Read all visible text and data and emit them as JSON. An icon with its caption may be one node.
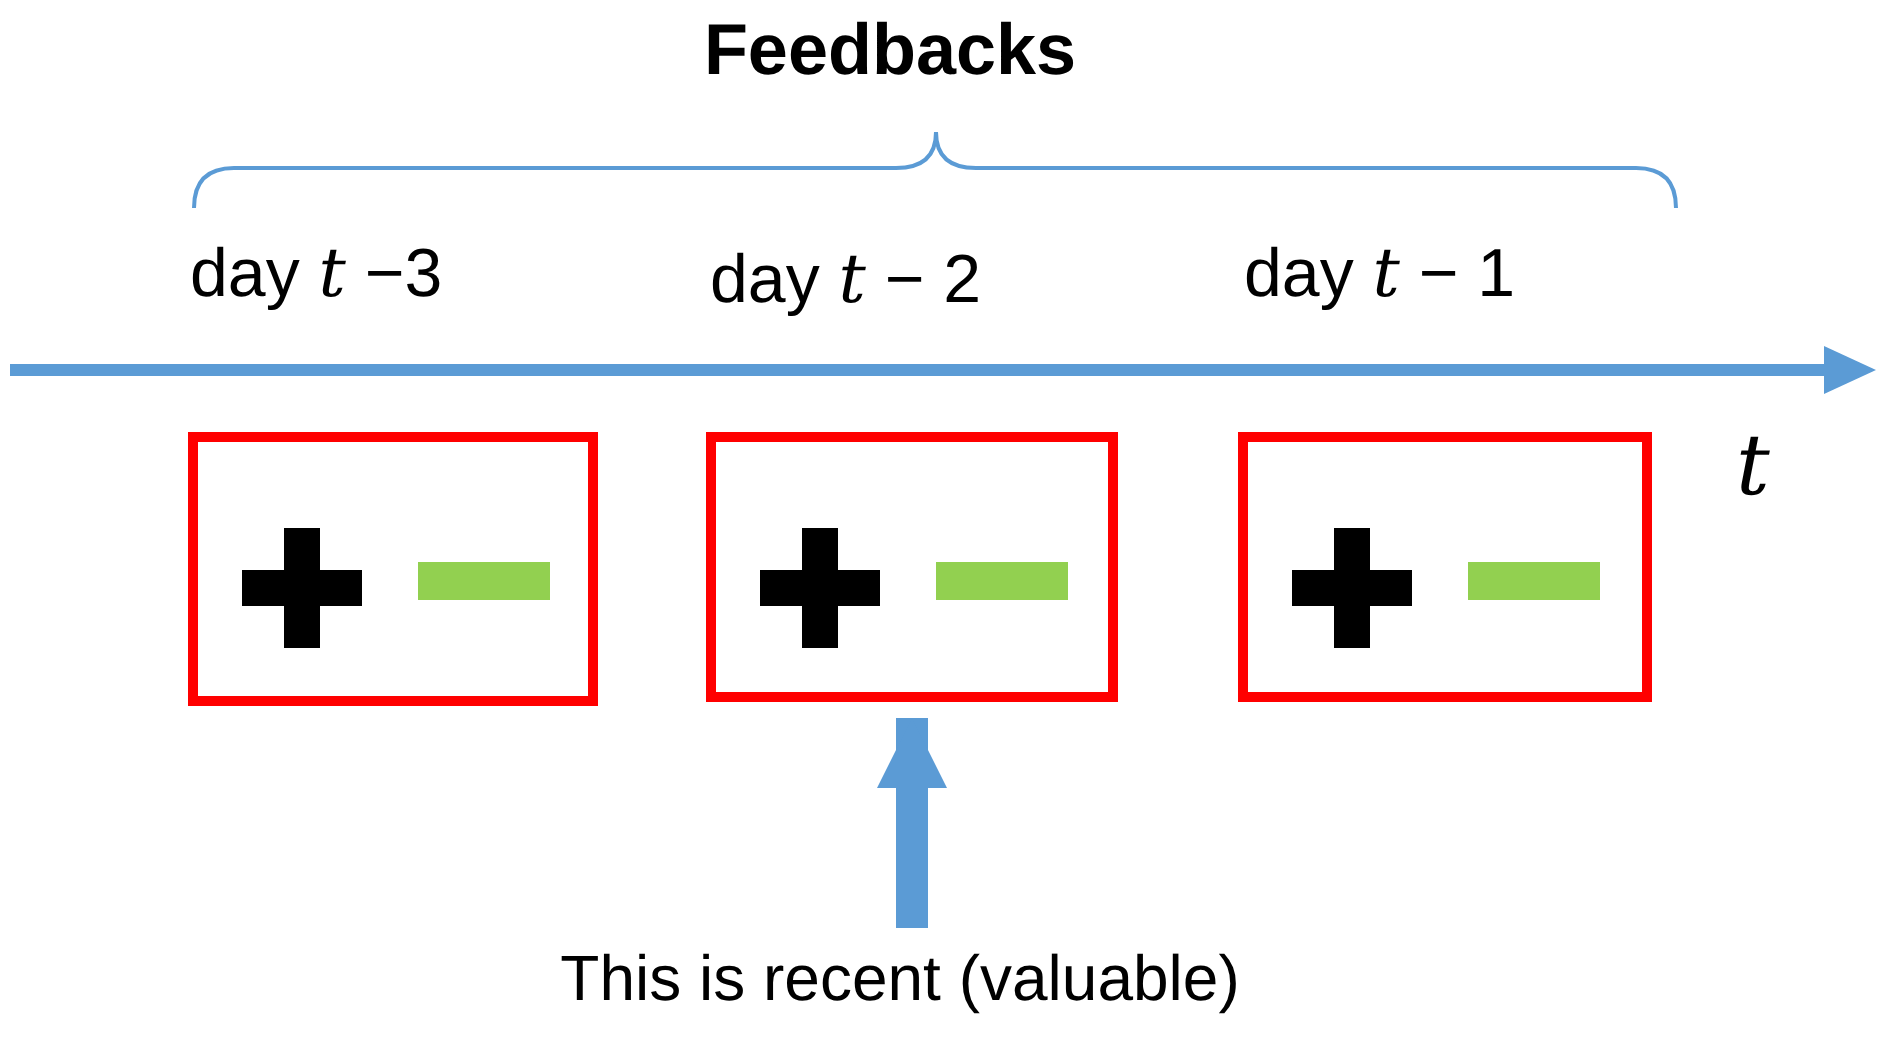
{
  "diagram": {
    "title": "Feedbacks",
    "nodes": [
      {
        "text": [],
        "shape": "box"
      },
      {
        "text": [],
        "shape": "box"
      },
      {
        "text": [],
        "shape": "box"
      },
      {
        "text": [
          "This is recent (valuable)"
        ]
      }
    ],
    "edges": [
      {
        "from": 3,
        "to": 1,
        "arrow": "to"
      }
    ],
    "labels": [
      "day *t* −3",
      "day *t* − 2",
      "day *t* − 1",
      "t"
    ]
  }
}
